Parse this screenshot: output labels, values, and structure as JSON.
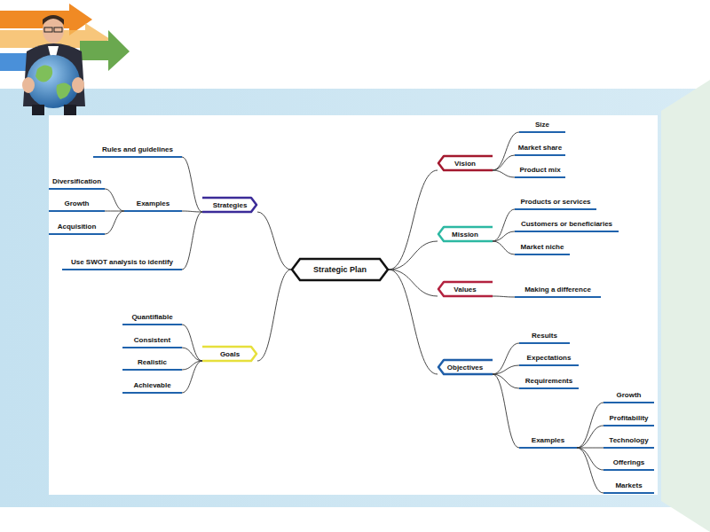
{
  "diagram": {
    "nodes": [
      {
        "text": [
          "Strategic Plan"
        ]
      },
      {
        "text": [
          "Strategies"
        ]
      },
      {
        "text": [
          "Rules and guidelines"
        ]
      },
      {
        "text": [
          "Examples"
        ]
      },
      {
        "text": [
          "Diversification"
        ]
      },
      {
        "text": [
          "Growth"
        ]
      },
      {
        "text": [
          "Acquisition"
        ]
      },
      {
        "text": [
          "Use SWOT analysis to identify"
        ]
      },
      {
        "text": [
          "Goals"
        ]
      },
      {
        "text": [
          "Quantifiable"
        ]
      },
      {
        "text": [
          "Consistent"
        ]
      },
      {
        "text": [
          "Realistic"
        ]
      },
      {
        "text": [
          "Achievable"
        ]
      },
      {
        "text": [
          "Vision"
        ]
      },
      {
        "text": [
          "Size"
        ]
      },
      {
        "text": [
          "Market share"
        ]
      },
      {
        "text": [
          "Product mix"
        ]
      },
      {
        "text": [
          "Mission"
        ]
      },
      {
        "text": [
          "Products or services"
        ]
      },
      {
        "text": [
          "Customers or beneficiaries"
        ]
      },
      {
        "text": [
          "Market niche"
        ]
      },
      {
        "text": [
          "Values"
        ]
      },
      {
        "text": [
          "Making a difference"
        ]
      },
      {
        "text": [
          "Objectives"
        ]
      },
      {
        "text": [
          "Results"
        ]
      },
      {
        "text": [
          "Expectations"
        ]
      },
      {
        "text": [
          "Requirements"
        ]
      },
      {
        "text": [
          "Examples"
        ]
      },
      {
        "text": [
          "Growth"
        ]
      },
      {
        "text": [
          "Profitability"
        ]
      },
      {
        "text": [
          "Technology"
        ]
      },
      {
        "text": [
          "Offerings"
        ]
      },
      {
        "text": [
          "Markets"
        ]
      }
    ],
    "edges": [
      {
        "from": 0,
        "to": 1,
        "arrow": "none"
      },
      {
        "from": 1,
        "to": 2,
        "arrow": "none"
      },
      {
        "from": 1,
        "to": 3,
        "arrow": "none"
      },
      {
        "from": 3,
        "to": 4,
        "arrow": "none"
      },
      {
        "from": 3,
        "to": 5,
        "arrow": "none"
      },
      {
        "from": 3,
        "to": 6,
        "arrow": "none"
      },
      {
        "from": 1,
        "to": 7,
        "arrow": "none"
      },
      {
        "from": 0,
        "to": 8,
        "arrow": "none"
      },
      {
        "from": 8,
        "to": 9,
        "arrow": "none"
      },
      {
        "from": 8,
        "to": 10,
        "arrow": "none"
      },
      {
        "from": 8,
        "to": 11,
        "arrow": "none"
      },
      {
        "from": 8,
        "to": 12,
        "arrow": "none"
      },
      {
        "from": 0,
        "to": 13,
        "arrow": "none"
      },
      {
        "from": 13,
        "to": 14,
        "arrow": "none"
      },
      {
        "from": 13,
        "to": 15,
        "arrow": "none"
      },
      {
        "from": 13,
        "to": 16,
        "arrow": "none"
      },
      {
        "from": 0,
        "to": 17,
        "arrow": "none"
      },
      {
        "from": 17,
        "to": 18,
        "arrow": "none"
      },
      {
        "from": 17,
        "to": 19,
        "arrow": "none"
      },
      {
        "from": 17,
        "to": 20,
        "arrow": "none"
      },
      {
        "from": 0,
        "to": 21,
        "arrow": "none"
      },
      {
        "from": 21,
        "to": 22,
        "arrow": "none"
      },
      {
        "from": 0,
        "to": 23,
        "arrow": "none"
      },
      {
        "from": 23,
        "to": 24,
        "arrow": "none"
      },
      {
        "from": 23,
        "to": 25,
        "arrow": "none"
      },
      {
        "from": 23,
        "to": 26,
        "arrow": "none"
      },
      {
        "from": 23,
        "to": 27,
        "arrow": "none"
      },
      {
        "from": 27,
        "to": 28,
        "arrow": "none"
      },
      {
        "from": 27,
        "to": 29,
        "arrow": "none"
      },
      {
        "from": 27,
        "to": 30,
        "arrow": "none"
      },
      {
        "from": 27,
        "to": 31,
        "arrow": "none"
      },
      {
        "from": 27,
        "to": 32,
        "arrow": "none"
      }
    ]
  }
}
